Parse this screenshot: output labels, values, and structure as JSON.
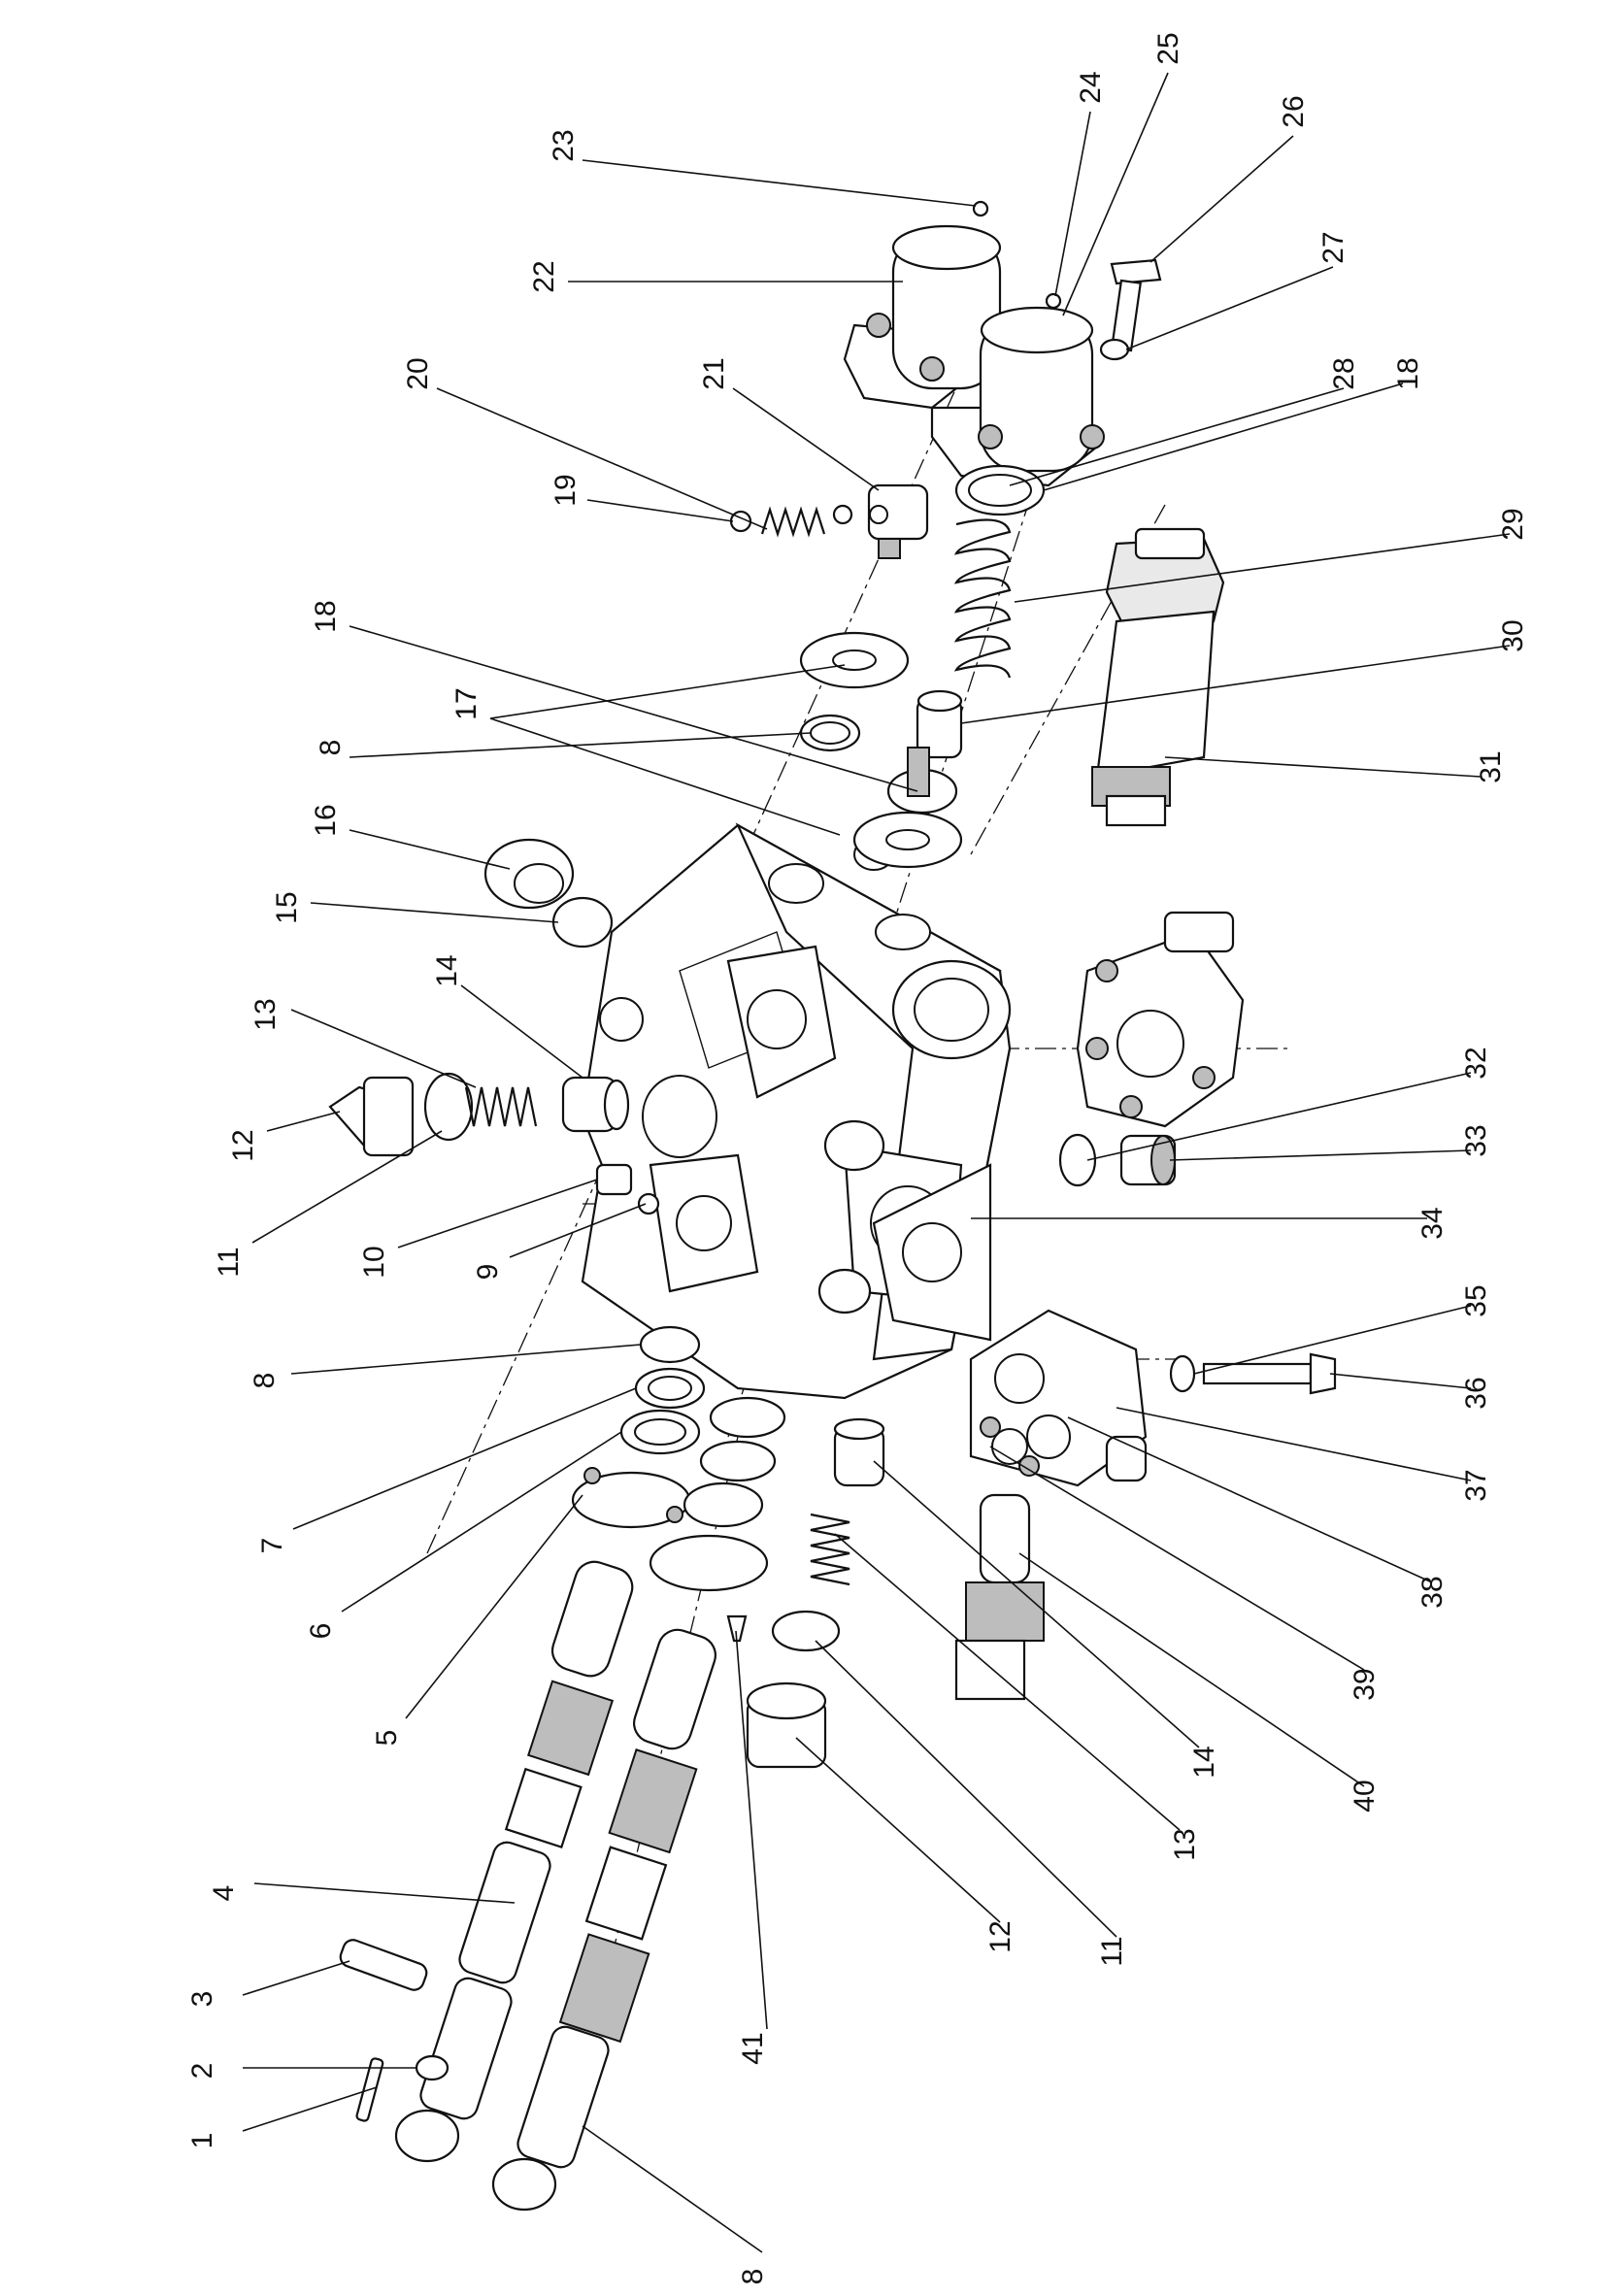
{
  "callouts": [
    {
      "num": "1"
    },
    {
      "num": "2"
    },
    {
      "num": "3"
    },
    {
      "num": "4"
    },
    {
      "num": "5"
    },
    {
      "num": "6"
    },
    {
      "num": "7"
    },
    {
      "num": "8"
    },
    {
      "num": "9"
    },
    {
      "num": "10"
    },
    {
      "num": "11"
    },
    {
      "num": "12"
    },
    {
      "num": "13"
    },
    {
      "num": "14"
    },
    {
      "num": "15"
    },
    {
      "num": "16"
    },
    {
      "num": "17"
    },
    {
      "num": "18"
    },
    {
      "num": "19"
    },
    {
      "num": "20"
    },
    {
      "num": "21"
    },
    {
      "num": "22"
    },
    {
      "num": "23"
    },
    {
      "num": "24"
    },
    {
      "num": "25"
    },
    {
      "num": "26"
    },
    {
      "num": "27"
    },
    {
      "num": "28"
    },
    {
      "num": "29"
    },
    {
      "num": "30"
    },
    {
      "num": "31"
    },
    {
      "num": "32"
    },
    {
      "num": "33"
    },
    {
      "num": "34"
    },
    {
      "num": "35"
    },
    {
      "num": "36"
    },
    {
      "num": "37"
    },
    {
      "num": "38"
    },
    {
      "num": "39"
    },
    {
      "num": "40"
    },
    {
      "num": "41"
    },
    {
      "num": "8"
    },
    {
      "num": "8"
    },
    {
      "num": "11"
    },
    {
      "num": "12"
    },
    {
      "num": "13"
    },
    {
      "num": "14"
    },
    {
      "num": "17"
    },
    {
      "num": "18"
    }
  ]
}
